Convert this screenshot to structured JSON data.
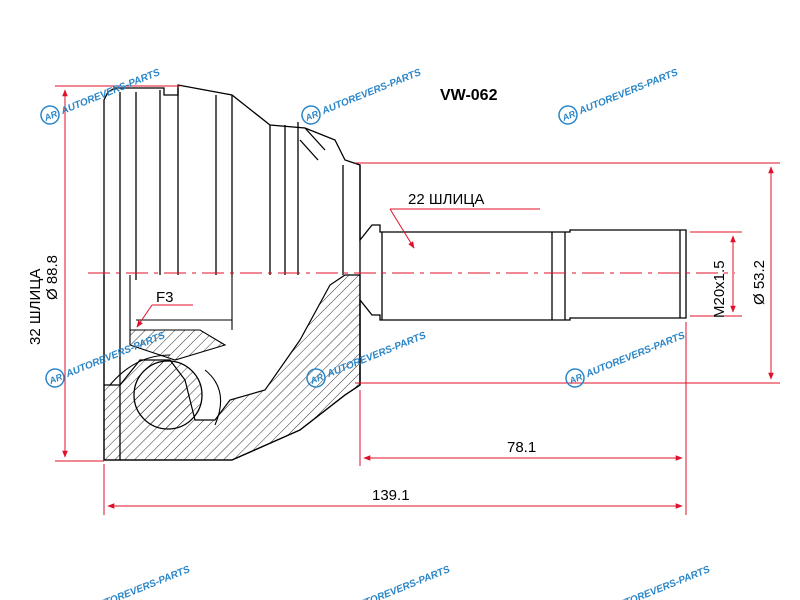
{
  "part_number": "VW-062",
  "labels": {
    "inner_splines": "32 ШЛИЦА",
    "outer_diameter": "Ø 88.8",
    "shaft_splines": "22 ШЛИЦА",
    "thread": "M20x1.5",
    "shaft_diameter": "Ø 53.2",
    "shaft_length": "78.1",
    "overall_length": "139.1",
    "section_mark": "F3"
  },
  "watermark": {
    "logo_text": "AR",
    "text": "AUTOREVERS-PARTS"
  },
  "colors": {
    "dimension_line": "#e0102a",
    "outline": "#000000",
    "watermark": "#2a86c8"
  }
}
